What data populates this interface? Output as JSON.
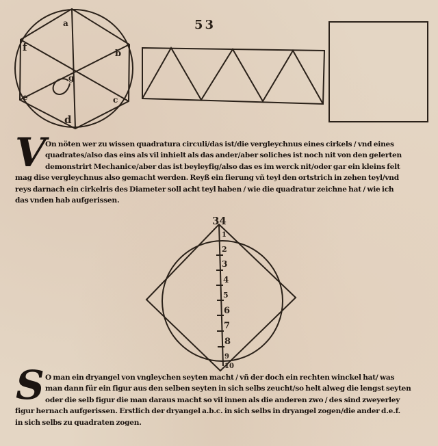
{
  "page": {
    "page_number": "53",
    "paper_color": "#e4d6c4",
    "ink_color": "#1e1712"
  },
  "figures": {
    "hexagon_in_circle": {
      "description": "circle with inscribed hexagon and three diagonals",
      "labels": [
        "a",
        "b",
        "c",
        "d",
        "e",
        "f",
        "g"
      ]
    },
    "triangles_in_rectangle": {
      "description": "rectangle containing a row of equilateral triangles"
    },
    "square": {
      "description": "empty square"
    },
    "circle_square_comparison": {
      "description": "circle overlapped by a square rotated 45 degrees with a vertical diameter divided into ten parts",
      "top_label": "34",
      "scale_labels": [
        "1",
        "2",
        "3",
        "4",
        "5",
        "6",
        "7",
        "8",
        "9",
        "10"
      ]
    }
  },
  "paragraph1": {
    "initial": "V",
    "lines": [
      "On nöten wer zu wissen quadratura circuli/das ist/die vergleychnus eines cirkels / vnd eines",
      "quadrates/also das eins als vil inhielt als das ander/aber soliches ist noch nit von den gelerten",
      "demonstrirt Mechanice/aber das ist beyleyfig/also das es im werck nit/oder gar ein kleins felt",
      "mag dise vergleychnus also gemacht werden. Reyß ein fierung vñ teyl den ortstrich in zehen teyl/vnd",
      "reys darnach ein cirkelris des Diameter soll acht teyl haben / wie die quadratur zeichne hat / wie ich",
      "das vnden hab aufgerissen."
    ]
  },
  "paragraph2": {
    "initial": "S",
    "lines": [
      "O man ein dryangel von vngleychen seyten macht / vñ der doch ein rechten winckel hat/ was",
      "man dann für ein figur aus den selben seyten in sich selbs zeucht/so helt alweg die lengst seyten",
      "oder die selb figur die man daraus macht so vil innen als die anderen zwo / des sind zweyerley",
      "figur hernach aufgerissen. Erstlich der dryangel a.b.c. in sich selbs in dryangel zogen/die ander d.e.f.",
      "in sich selbs zu quadraten zogen."
    ]
  }
}
